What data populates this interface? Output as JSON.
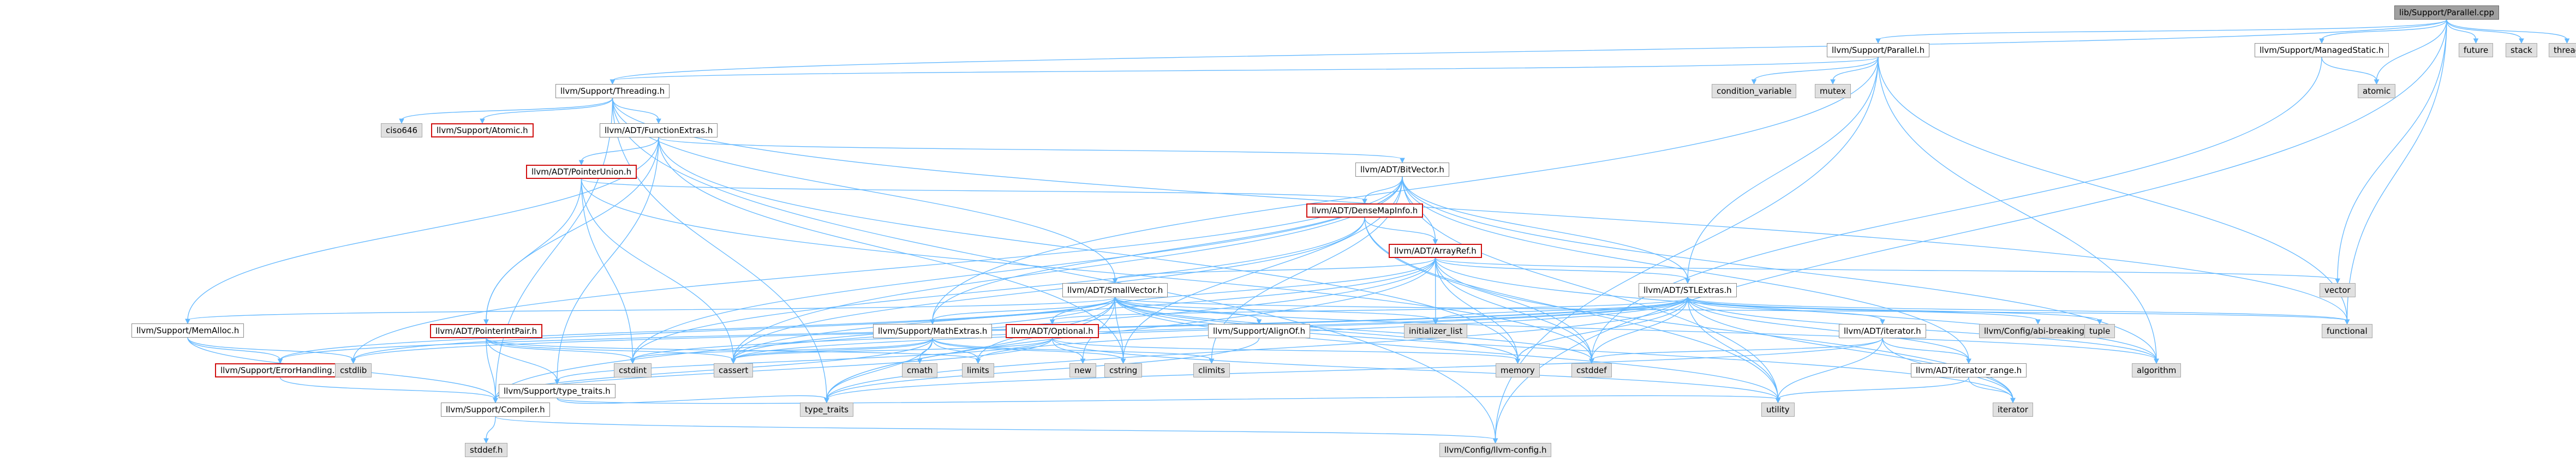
{
  "graph": {
    "nodes": [
      {
        "id": "root",
        "label": "lib/Support/Parallel.cpp",
        "kind": "root"
      },
      {
        "id": "parallel_h",
        "label": "llvm/Support/Parallel.h",
        "kind": "normal"
      },
      {
        "id": "managedstatic",
        "label": "llvm/Support/ManagedStatic.h",
        "kind": "normal"
      },
      {
        "id": "future",
        "label": "future",
        "kind": "sys"
      },
      {
        "id": "stack",
        "label": "stack",
        "kind": "sys"
      },
      {
        "id": "thread",
        "label": "thread",
        "kind": "sys"
      },
      {
        "id": "threading",
        "label": "llvm/Support/Threading.h",
        "kind": "normal"
      },
      {
        "id": "condvar",
        "label": "condition_variable",
        "kind": "sys"
      },
      {
        "id": "mutex",
        "label": "mutex",
        "kind": "sys"
      },
      {
        "id": "atomic",
        "label": "atomic",
        "kind": "sys"
      },
      {
        "id": "cinttypes",
        "label": "ciso646",
        "kind": "sys"
      },
      {
        "id": "sup_atomic",
        "label": "llvm/Support/Atomic.h",
        "kind": "red"
      },
      {
        "id": "funcextras",
        "label": "llvm/ADT/FunctionExtras.h",
        "kind": "normal"
      },
      {
        "id": "bitvector",
        "label": "llvm/ADT/BitVector.h",
        "kind": "normal"
      },
      {
        "id": "ptrunion",
        "label": "llvm/ADT/PointerUnion.h",
        "kind": "red"
      },
      {
        "id": "densemapinfo",
        "label": "llvm/ADT/DenseMapInfo.h",
        "kind": "red"
      },
      {
        "id": "arrayref",
        "label": "llvm/ADT/ArrayRef.h",
        "kind": "red"
      },
      {
        "id": "smallvector",
        "label": "llvm/ADT/SmallVector.h",
        "kind": "normal"
      },
      {
        "id": "stlextras",
        "label": "llvm/ADT/STLExtras.h",
        "kind": "normal"
      },
      {
        "id": "memalloc",
        "label": "llvm/Support/MemAlloc.h",
        "kind": "normal"
      },
      {
        "id": "ptrintpair",
        "label": "llvm/ADT/PointerIntPair.h",
        "kind": "red"
      },
      {
        "id": "mathextras",
        "label": "llvm/Support/MathExtras.h",
        "kind": "normal"
      },
      {
        "id": "optional",
        "label": "llvm/ADT/Optional.h",
        "kind": "red"
      },
      {
        "id": "alignof",
        "label": "llvm/Support/AlignOf.h",
        "kind": "normal"
      },
      {
        "id": "iterator",
        "label": "llvm/ADT/iterator.h",
        "kind": "normal"
      },
      {
        "id": "abibreaking",
        "label": "llvm/Config/abi-breaking.h",
        "kind": "sys"
      },
      {
        "id": "errhandling",
        "label": "llvm/Support/ErrorHandling.h",
        "kind": "red"
      },
      {
        "id": "typetraits",
        "label": "llvm/Support/type_traits.h",
        "kind": "normal"
      },
      {
        "id": "compiler",
        "label": "llvm/Support/Compiler.h",
        "kind": "normal"
      },
      {
        "id": "iterrange",
        "label": "llvm/ADT/iterator_range.h",
        "kind": "normal"
      },
      {
        "id": "llvmconfig",
        "label": "llvm/Config/llvm-config.h",
        "kind": "sys"
      },
      {
        "id": "cstddef2",
        "label": "stddef.h",
        "kind": "sys"
      },
      {
        "id": "cstdlib",
        "label": "cstdlib",
        "kind": "sys"
      },
      {
        "id": "cstdint",
        "label": "cstdint",
        "kind": "sys"
      },
      {
        "id": "cassert",
        "label": "cassert",
        "kind": "sys"
      },
      {
        "id": "cmath",
        "label": "cmath",
        "kind": "sys"
      },
      {
        "id": "limits",
        "label": "limits",
        "kind": "sys"
      },
      {
        "id": "new",
        "label": "new",
        "kind": "sys"
      },
      {
        "id": "cstring",
        "label": "cstring",
        "kind": "sys"
      },
      {
        "id": "climits",
        "label": "climits",
        "kind": "sys"
      },
      {
        "id": "memory",
        "label": "memory",
        "kind": "sys"
      },
      {
        "id": "initlist",
        "label": "initializer_list",
        "kind": "sys"
      },
      {
        "id": "cstddef",
        "label": "cstddef",
        "kind": "sys"
      },
      {
        "id": "type_traits",
        "label": "type_traits",
        "kind": "sys"
      },
      {
        "id": "utility",
        "label": "utility",
        "kind": "sys"
      },
      {
        "id": "tuple",
        "label": "tuple",
        "kind": "sys"
      },
      {
        "id": "functional",
        "label": "functional",
        "kind": "sys"
      },
      {
        "id": "algorithm",
        "label": "algorithm",
        "kind": "sys"
      },
      {
        "id": "vector",
        "label": "vector",
        "kind": "sys"
      },
      {
        "id": "iter",
        "label": "iterator",
        "kind": "sys"
      }
    ],
    "edges": [
      [
        "root",
        "parallel_h"
      ],
      [
        "root",
        "managedstatic"
      ],
      [
        "root",
        "future"
      ],
      [
        "root",
        "stack"
      ],
      [
        "root",
        "thread"
      ],
      [
        "root",
        "threading"
      ],
      [
        "root",
        "atomic"
      ],
      [
        "root",
        "vector"
      ],
      [
        "root",
        "llvmconfig"
      ],
      [
        "root",
        "functional"
      ],
      [
        "parallel_h",
        "threading"
      ],
      [
        "parallel_h",
        "condvar"
      ],
      [
        "parallel_h",
        "mutex"
      ],
      [
        "parallel_h",
        "mathextras"
      ],
      [
        "parallel_h",
        "stlextras"
      ],
      [
        "parallel_h",
        "llvmconfig"
      ],
      [
        "parallel_h",
        "algorithm"
      ],
      [
        "parallel_h",
        "functional"
      ],
      [
        "managedstatic",
        "atomic"
      ],
      [
        "managedstatic",
        "cstddef"
      ],
      [
        "threading",
        "cinttypes"
      ],
      [
        "threading",
        "sup_atomic"
      ],
      [
        "threading",
        "funcextras"
      ],
      [
        "threading",
        "smallvector"
      ],
      [
        "threading",
        "compiler"
      ],
      [
        "threading",
        "llvmconfig"
      ],
      [
        "threading",
        "type_traits"
      ],
      [
        "threading",
        "functional"
      ],
      [
        "funcextras",
        "bitvector"
      ],
      [
        "funcextras",
        "ptrunion"
      ],
      [
        "funcextras",
        "ptrintpair"
      ],
      [
        "funcextras",
        "memalloc"
      ],
      [
        "funcextras",
        "typetraits"
      ],
      [
        "funcextras",
        "cstring"
      ],
      [
        "funcextras",
        "memory"
      ],
      [
        "bitvector",
        "densemapinfo"
      ],
      [
        "bitvector",
        "arrayref"
      ],
      [
        "bitvector",
        "stlextras"
      ],
      [
        "bitvector",
        "iterrange"
      ],
      [
        "bitvector",
        "mathextras"
      ],
      [
        "bitvector",
        "algorithm"
      ],
      [
        "bitvector",
        "cassert"
      ],
      [
        "bitvector",
        "climits"
      ],
      [
        "bitvector",
        "cstdint"
      ],
      [
        "bitvector",
        "cstdlib"
      ],
      [
        "bitvector",
        "cstring"
      ],
      [
        "bitvector",
        "utility"
      ],
      [
        "ptrunion",
        "densemapinfo"
      ],
      [
        "ptrunion",
        "ptrintpair"
      ],
      [
        "ptrunion",
        "cassert"
      ],
      [
        "ptrunion",
        "cstddef"
      ],
      [
        "ptrunion",
        "cstdint"
      ],
      [
        "densemapinfo",
        "arrayref"
      ],
      [
        "densemapinfo",
        "cassert"
      ],
      [
        "densemapinfo",
        "cstddef"
      ],
      [
        "densemapinfo",
        "cstdint"
      ],
      [
        "densemapinfo",
        "utility"
      ],
      [
        "arrayref",
        "smallvector"
      ],
      [
        "arrayref",
        "stlextras"
      ],
      [
        "arrayref",
        "optional"
      ],
      [
        "arrayref",
        "compiler"
      ],
      [
        "arrayref",
        "algorithm"
      ],
      [
        "arrayref",
        "cassert"
      ],
      [
        "arrayref",
        "cstddef"
      ],
      [
        "arrayref",
        "initlist"
      ],
      [
        "arrayref",
        "iter"
      ],
      [
        "arrayref",
        "memory"
      ],
      [
        "arrayref",
        "type_traits"
      ],
      [
        "arrayref",
        "vector"
      ],
      [
        "smallvector",
        "memalloc"
      ],
      [
        "smallvector",
        "errhandling"
      ],
      [
        "smallvector",
        "mathextras"
      ],
      [
        "smallvector",
        "alignof"
      ],
      [
        "smallvector",
        "algorithm"
      ],
      [
        "smallvector",
        "cassert"
      ],
      [
        "smallvector",
        "cstddef"
      ],
      [
        "smallvector",
        "cstdlib"
      ],
      [
        "smallvector",
        "cstring"
      ],
      [
        "smallvector",
        "functional"
      ],
      [
        "smallvector",
        "initlist"
      ],
      [
        "smallvector",
        "iter"
      ],
      [
        "smallvector",
        "limits"
      ],
      [
        "smallvector",
        "memory"
      ],
      [
        "smallvector",
        "new"
      ],
      [
        "smallvector",
        "type_traits"
      ],
      [
        "smallvector",
        "utility"
      ],
      [
        "stlextras",
        "optional"
      ],
      [
        "stlextras",
        "iterator"
      ],
      [
        "stlextras",
        "iterrange"
      ],
      [
        "stlextras",
        "abibreaking"
      ],
      [
        "stlextras",
        "errhandling"
      ],
      [
        "stlextras",
        "algorithm"
      ],
      [
        "stlextras",
        "cassert"
      ],
      [
        "stlextras",
        "cstddef"
      ],
      [
        "stlextras",
        "cstdint"
      ],
      [
        "stlextras",
        "cstdlib"
      ],
      [
        "stlextras",
        "functional"
      ],
      [
        "stlextras",
        "initlist"
      ],
      [
        "stlextras",
        "iter"
      ],
      [
        "stlextras",
        "limits"
      ],
      [
        "stlextras",
        "memory"
      ],
      [
        "stlextras",
        "tuple"
      ],
      [
        "stlextras",
        "type_traits"
      ],
      [
        "stlextras",
        "utility"
      ],
      [
        "memalloc",
        "compiler"
      ],
      [
        "memalloc",
        "errhandling"
      ],
      [
        "memalloc",
        "cstdlib"
      ],
      [
        "ptrintpair",
        "compiler"
      ],
      [
        "ptrintpair",
        "typetraits"
      ],
      [
        "ptrintpair",
        "cassert"
      ],
      [
        "ptrintpair",
        "cstdint"
      ],
      [
        "ptrintpair",
        "limits"
      ],
      [
        "mathextras",
        "compiler"
      ],
      [
        "mathextras",
        "cassert"
      ],
      [
        "mathextras",
        "climits"
      ],
      [
        "mathextras",
        "cmath"
      ],
      [
        "mathextras",
        "cstdint"
      ],
      [
        "mathextras",
        "cstring"
      ],
      [
        "mathextras",
        "limits"
      ],
      [
        "mathextras",
        "type_traits"
      ],
      [
        "optional",
        "compiler"
      ],
      [
        "optional",
        "typetraits"
      ],
      [
        "optional",
        "cassert"
      ],
      [
        "optional",
        "memory"
      ],
      [
        "optional",
        "new"
      ],
      [
        "optional",
        "utility"
      ],
      [
        "alignof",
        "type_traits"
      ],
      [
        "iterator",
        "iterrange"
      ],
      [
        "iterator",
        "cstddef"
      ],
      [
        "iterator",
        "iter"
      ],
      [
        "iterator",
        "type_traits"
      ],
      [
        "iterator",
        "utility"
      ],
      [
        "iterrange",
        "iter"
      ],
      [
        "iterrange",
        "utility"
      ],
      [
        "errhandling",
        "compiler"
      ],
      [
        "typetraits",
        "type_traits"
      ],
      [
        "typetraits",
        "utility"
      ],
      [
        "compiler",
        "llvmconfig"
      ],
      [
        "compiler",
        "cstddef2"
      ]
    ]
  }
}
